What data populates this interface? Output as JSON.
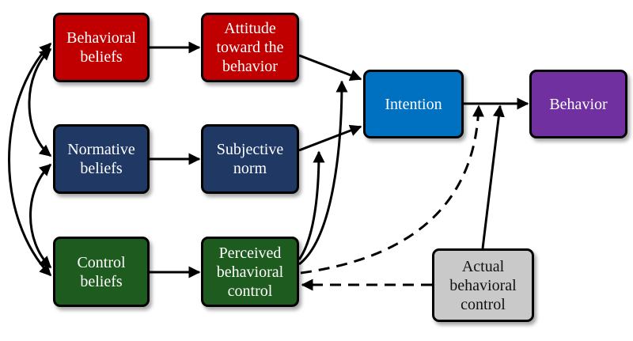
{
  "colors": {
    "behavioral": "#c00000",
    "normative": "#1f3864",
    "control": "#1e5b1e",
    "intention": "#0070c0",
    "behavior": "#7030a0",
    "actual": "#c9c9c9",
    "stroke": "#000000"
  },
  "nodes": {
    "behavioral_beliefs": {
      "lines": [
        "Behavioral",
        "beliefs"
      ]
    },
    "attitude": {
      "lines": [
        "Attitude",
        "toward the",
        "behavior"
      ]
    },
    "normative_beliefs": {
      "lines": [
        "Normative",
        "beliefs"
      ]
    },
    "subjective_norm": {
      "lines": [
        "Subjective",
        "norm"
      ]
    },
    "control_beliefs": {
      "lines": [
        "Control",
        "beliefs"
      ]
    },
    "perceived_control": {
      "lines": [
        "Perceived",
        "behavioral",
        "control"
      ]
    },
    "intention": {
      "lines": [
        "Intention"
      ]
    },
    "behavior": {
      "lines": [
        "Behavior"
      ]
    },
    "actual_control": {
      "lines": [
        "Actual",
        "behavioral",
        "control"
      ]
    }
  }
}
